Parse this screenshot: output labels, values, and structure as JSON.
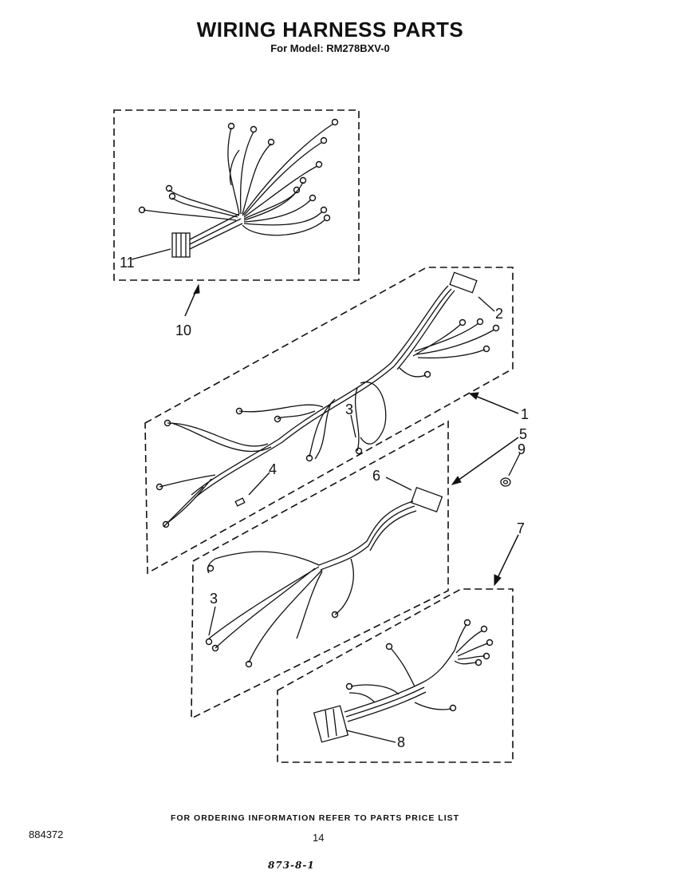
{
  "title": "WIRING HARNESS PARTS",
  "subtitle": "For Model: RM278BXV-0",
  "callouts": {
    "c1": "1",
    "c2": "2",
    "c3a": "3",
    "c3b": "3",
    "c4": "4",
    "c5": "5",
    "c6": "6",
    "c7": "7",
    "c8": "8",
    "c9": "9",
    "c10": "10",
    "c11": "11"
  },
  "footer_note": "FOR ORDERING INFORMATION REFER TO PARTS PRICE LIST",
  "doc_number": "884372",
  "page_number": "14",
  "handwritten_code": "873-8-1"
}
